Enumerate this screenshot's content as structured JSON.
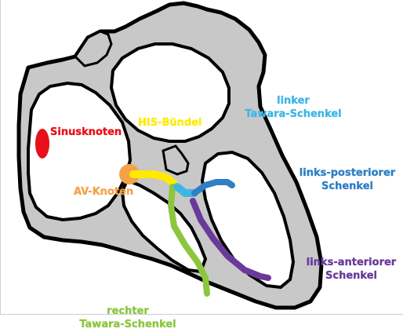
{
  "colors": {
    "heart_fill": "#c8c8c8",
    "outline": "#000000",
    "chamber": "#ffffff",
    "sinusknoten": "#e8101a",
    "av_knoten": "#f4a14a",
    "his_buendel": "#ffea00",
    "rechter_schenkel": "#8cc63f",
    "linker_schenkel": "#3fb5e6",
    "posterior": "#2e7fc4",
    "anterior": "#6a3a9a"
  },
  "labels": {
    "sinusknoten": "Sinusknoten",
    "his_buendel": "HIS-Bündel",
    "av_knoten": "AV-Knoten",
    "linker_line1": "linker",
    "linker_line2": "Tawara-Schenkel",
    "posterior_line1": "links-posteriorer",
    "posterior_line2": "Schenkel",
    "anterior_line1": "links-anteriorer",
    "anterior_line2": "Schenkel",
    "rechter_line1": "rechter",
    "rechter_line2": "Tawara-Schenkel"
  }
}
